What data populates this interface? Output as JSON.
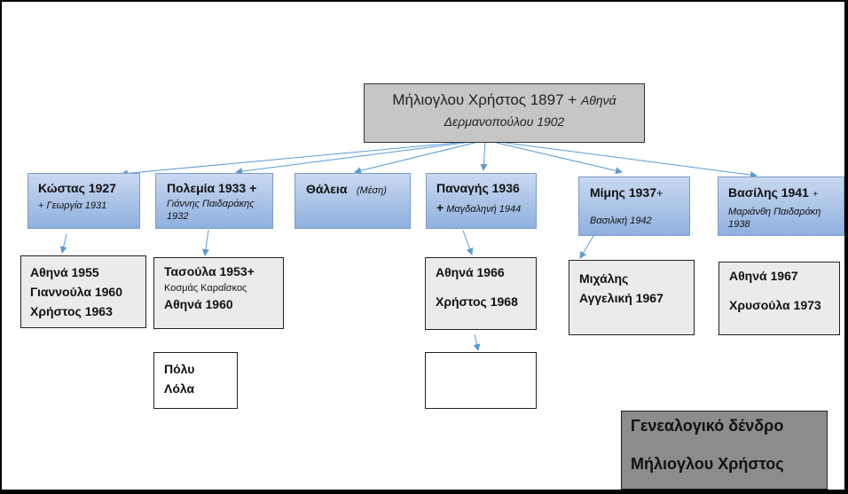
{
  "root": {
    "line1_main": "Μήλιογλου Χρήστος 1897 +",
    "line1_spouse": "Αθηνά",
    "line2": "Δερμανοπούλου 1902"
  },
  "children": [
    {
      "name": "Κώστας 1927",
      "plus": "+",
      "spouse": "Γεωργία 1931"
    },
    {
      "name": "Πολεμία 1933 +",
      "spouse": "Γιάννης Παιδαράκης",
      "spouse_year": "1932"
    },
    {
      "name": "Θάλεια",
      "note": "(Μέση)"
    },
    {
      "name": "Παναγής 1936",
      "plus": "+",
      "spouse": "Μαγδαληνή 1944"
    },
    {
      "name": "Μίμης 1937",
      "plus": "+",
      "spouse": "Βασιλική 1942"
    },
    {
      "name": "Βασίλης 1941",
      "plus": "+",
      "spouse": "Μαριάνθη Παιδαράκη",
      "spouse_year": "1938"
    }
  ],
  "grandchildren": {
    "kostas": [
      "Αθηνά 1955",
      "Γιαννούλα 1960",
      "Χρήστος 1963"
    ],
    "polemia": {
      "first": "Τασούλα 1953+",
      "spouse": "Κοσμάς Καραΐσκος",
      "second": "Αθηνά 1960"
    },
    "panagis": [
      "Αθηνά 1966",
      "Χρήστος 1968"
    ],
    "mimis": [
      "Μιχάλης",
      "Αγγελική 1967"
    ],
    "vasilis": [
      "Αθηνά  1967",
      "Χρυσούλα 1973"
    ]
  },
  "great_grandchildren": {
    "tasoula": [
      "Πόλυ",
      "Λόλα"
    ]
  },
  "title": {
    "line1": "Γενεαλογικό δένδρο",
    "line2": "Μήλιογλου Χρήστος"
  },
  "colors": {
    "connector": "#5b9bd5",
    "child_box": "#8fb0df",
    "root_box": "#c6c6c6",
    "title_box": "#8c8c8c"
  }
}
